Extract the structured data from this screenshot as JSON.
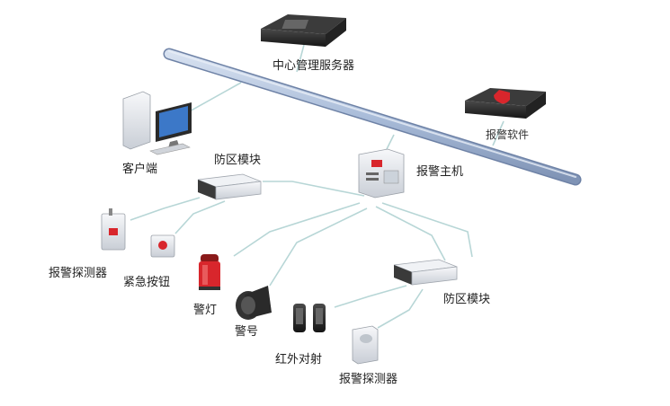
{
  "labels": {
    "center_server": "中心管理服务器",
    "alarm_software": "报警软件",
    "client": "客户端",
    "zone_module_top": "防区模块",
    "alarm_host": "报警主机",
    "alarm_detector_left": "报警探测器",
    "emergency_button": "紧急按钮",
    "alarm_light": "警灯",
    "alarm_horn": "警号",
    "zone_module_bottom": "防区模块",
    "infrared_beam": "红外对射",
    "alarm_detector_bottom": "报警探测器"
  },
  "colors": {
    "network_bus": "#a9bcd9",
    "wire": "#b8d8d8",
    "device_dark": "#2b2b2b",
    "device_light": "#e9ecef",
    "alarm_red": "#d8262c"
  },
  "icons": {
    "server": "rack-server-icon",
    "alarm_software": "shield-alarm-icon",
    "client": "desktop-pc-icon",
    "zone_module": "zone-module-icon",
    "alarm_host": "alarm-panel-icon",
    "detector": "smoke-detector-icon",
    "button": "emergency-button-icon",
    "light": "warning-light-icon",
    "horn": "siren-horn-icon",
    "beam": "infrared-beam-icon",
    "pir": "pir-sensor-icon"
  }
}
